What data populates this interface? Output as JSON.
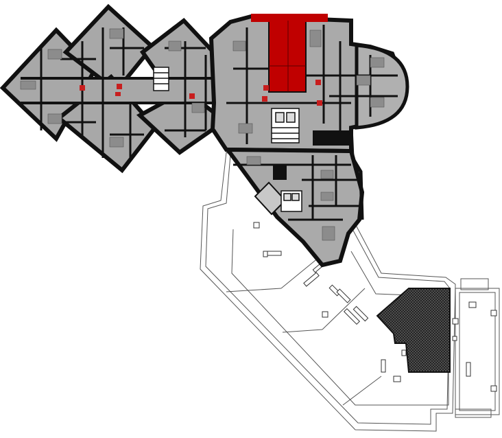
{
  "plan": {
    "colors": {
      "wall": "#111111",
      "room": "#a6a6a6",
      "room_light": "#c4c4c4",
      "highlight": "#c00000",
      "door": "#c81e1e",
      "terrace_line": "#555555",
      "hatch": "#3a3a3a",
      "background": "#ffffff"
    },
    "features": [
      "residential-floor-plan",
      "highlighted-apartment",
      "diamond-tower-wing",
      "semicircular-bay",
      "open-roof-terrace",
      "hatched-roof-structure"
    ]
  }
}
